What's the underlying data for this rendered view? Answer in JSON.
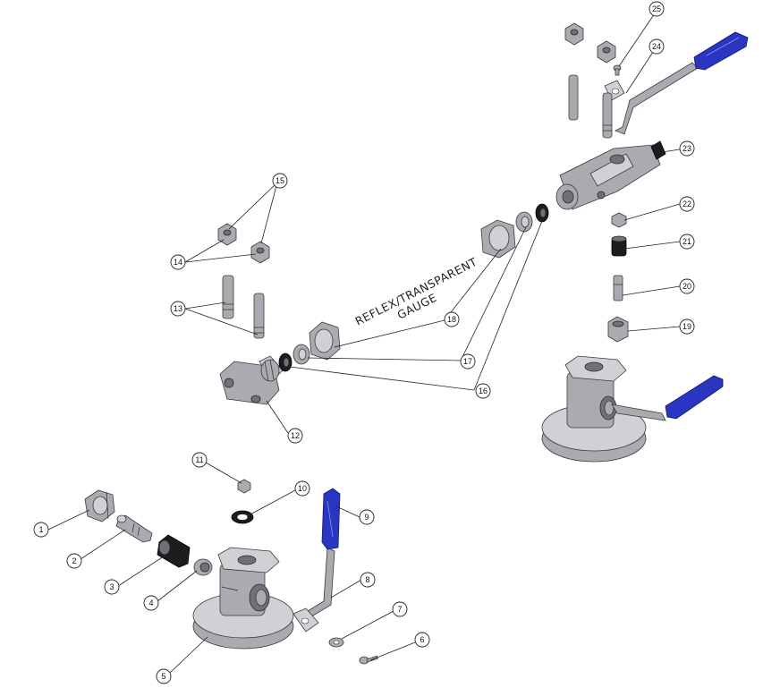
{
  "diagram": {
    "annotation_text": [
      "REFLEX/TRANSPARENT",
      "GAUGE"
    ],
    "callouts": [
      {
        "id": "callout-1",
        "label": "1"
      },
      {
        "id": "callout-2",
        "label": "2"
      },
      {
        "id": "callout-3",
        "label": "3"
      },
      {
        "id": "callout-4",
        "label": "4"
      },
      {
        "id": "callout-5",
        "label": "5"
      },
      {
        "id": "callout-6",
        "label": "6"
      },
      {
        "id": "callout-7",
        "label": "7"
      },
      {
        "id": "callout-8",
        "label": "8"
      },
      {
        "id": "callout-9",
        "label": "9"
      },
      {
        "id": "callout-10",
        "label": "10"
      },
      {
        "id": "callout-11",
        "label": "11"
      },
      {
        "id": "callout-12",
        "label": "12"
      },
      {
        "id": "callout-13",
        "label": "13"
      },
      {
        "id": "callout-14",
        "label": "14"
      },
      {
        "id": "callout-15",
        "label": "15"
      },
      {
        "id": "callout-16",
        "label": "16"
      },
      {
        "id": "callout-17",
        "label": "17"
      },
      {
        "id": "callout-18",
        "label": "18"
      },
      {
        "id": "callout-19",
        "label": "19"
      },
      {
        "id": "callout-20",
        "label": "20"
      },
      {
        "id": "callout-21",
        "label": "21"
      },
      {
        "id": "callout-22",
        "label": "22"
      },
      {
        "id": "callout-23",
        "label": "23"
      },
      {
        "id": "callout-24",
        "label": "24"
      },
      {
        "id": "callout-25",
        "label": "25"
      }
    ],
    "colors": {
      "metal": "#a9abb0",
      "handle_grip": "#2a36c2",
      "dark_part": "#1d1d1f",
      "line": "#222222"
    }
  }
}
